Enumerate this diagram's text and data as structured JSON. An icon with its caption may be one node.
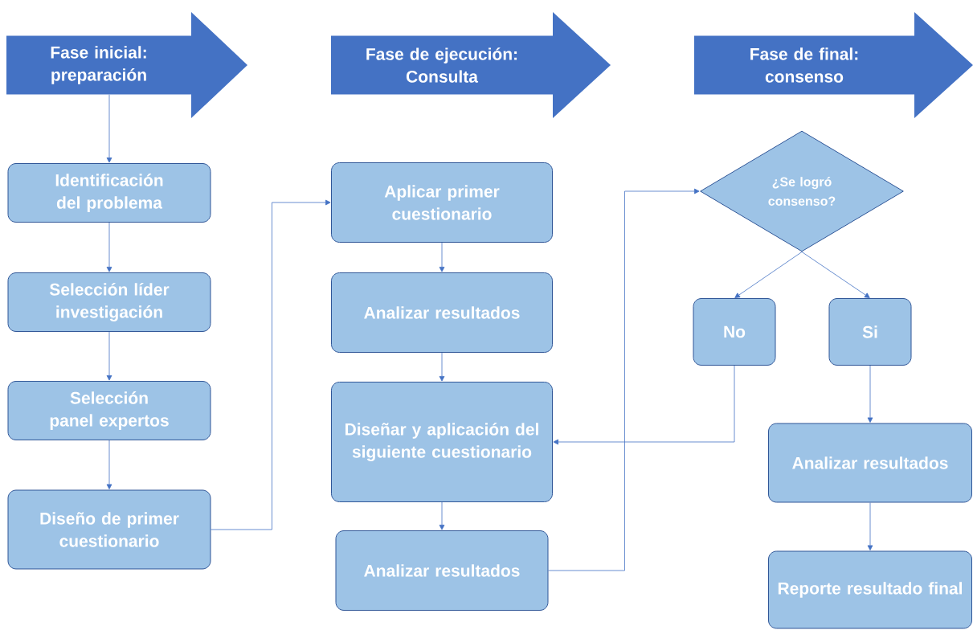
{
  "diagram": {
    "nodes": [
      {
        "text": [
          "Fase inicial: preparación"
        ]
      },
      {
        "text": [
          "Identificación del problema"
        ]
      },
      {
        "text": [
          "Selección líder investigación"
        ]
      },
      {
        "text": [
          "Selección panel expertos"
        ]
      },
      {
        "text": [
          "Diseño de primer cuestionario"
        ]
      },
      {
        "text": [
          "Fase de ejecución: Consulta"
        ]
      },
      {
        "text": [
          "Aplicar primer cuestionario"
        ]
      },
      {
        "text": [
          "Analizar resultados"
        ]
      },
      {
        "text": [
          "Diseñar y aplicación del siguiente cuestionario"
        ]
      },
      {
        "text": [
          "Analizar resultados"
        ]
      },
      {
        "text": [
          "Fase de final: consenso"
        ]
      },
      {
        "text": [
          "¿Se logró consenso?"
        ]
      },
      {
        "text": [
          "No"
        ]
      },
      {
        "text": [
          "Si"
        ]
      },
      {
        "text": [
          "Analizar resultados"
        ]
      },
      {
        "text": [
          "Reporte resultado final"
        ]
      }
    ],
    "edges": [
      {
        "from": 0,
        "to": 1,
        "arrow": "to"
      },
      {
        "from": 1,
        "to": 2,
        "arrow": "to"
      },
      {
        "from": 2,
        "to": 3,
        "arrow": "to"
      },
      {
        "from": 3,
        "to": 4,
        "arrow": "to"
      },
      {
        "from": 4,
        "to": 6,
        "arrow": "to"
      },
      {
        "from": 6,
        "to": 7,
        "arrow": "to"
      },
      {
        "from": 7,
        "to": 8,
        "arrow": "to"
      },
      {
        "from": 8,
        "to": 9,
        "arrow": "to"
      },
      {
        "from": 9,
        "to": 11,
        "arrow": "to"
      },
      {
        "from": 11,
        "to": 12,
        "arrow": "to"
      },
      {
        "from": 11,
        "to": 13,
        "arrow": "to"
      },
      {
        "from": 12,
        "to": 8,
        "arrow": "to"
      },
      {
        "from": 13,
        "to": 14,
        "arrow": "to"
      },
      {
        "from": 14,
        "to": 15,
        "arrow": "to"
      }
    ]
  }
}
